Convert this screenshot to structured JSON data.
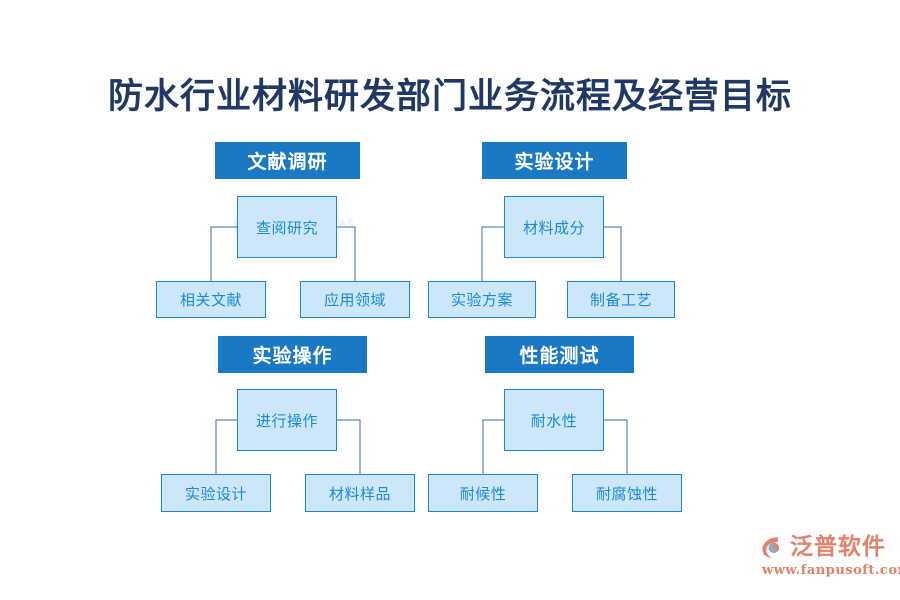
{
  "page": {
    "title": "防水行业材料研发部门业务流程及经营目标",
    "background_color": "#ffffff",
    "title_color": "#1f3864",
    "header_fill": "#1a79c4",
    "node_fill": "#cde7fa",
    "node_border": "#1b87cf",
    "node_text_color": "#1a8ad4",
    "connector_color": "#2f6eb5"
  },
  "groups": [
    {
      "header": "文献调研",
      "node": "查阅研究",
      "children": [
        "相关文献",
        "应用领域"
      ]
    },
    {
      "header": "实验设计",
      "node": "材料成分",
      "children": [
        "实验方案",
        "制备工艺"
      ]
    },
    {
      "header": "实验操作",
      "node": "进行操作",
      "children": [
        "实验设计",
        "材料样品"
      ]
    },
    {
      "header": "性能测试",
      "node": "耐水性",
      "children": [
        "耐候性",
        "耐腐蚀性"
      ]
    }
  ],
  "watermark": {
    "text": "泛普软件",
    "subtext": "FANPU SOFTWARE"
  },
  "logo": {
    "name": "泛普软件",
    "url": "www.fanpusoft.com",
    "color": "#e1826a"
  }
}
